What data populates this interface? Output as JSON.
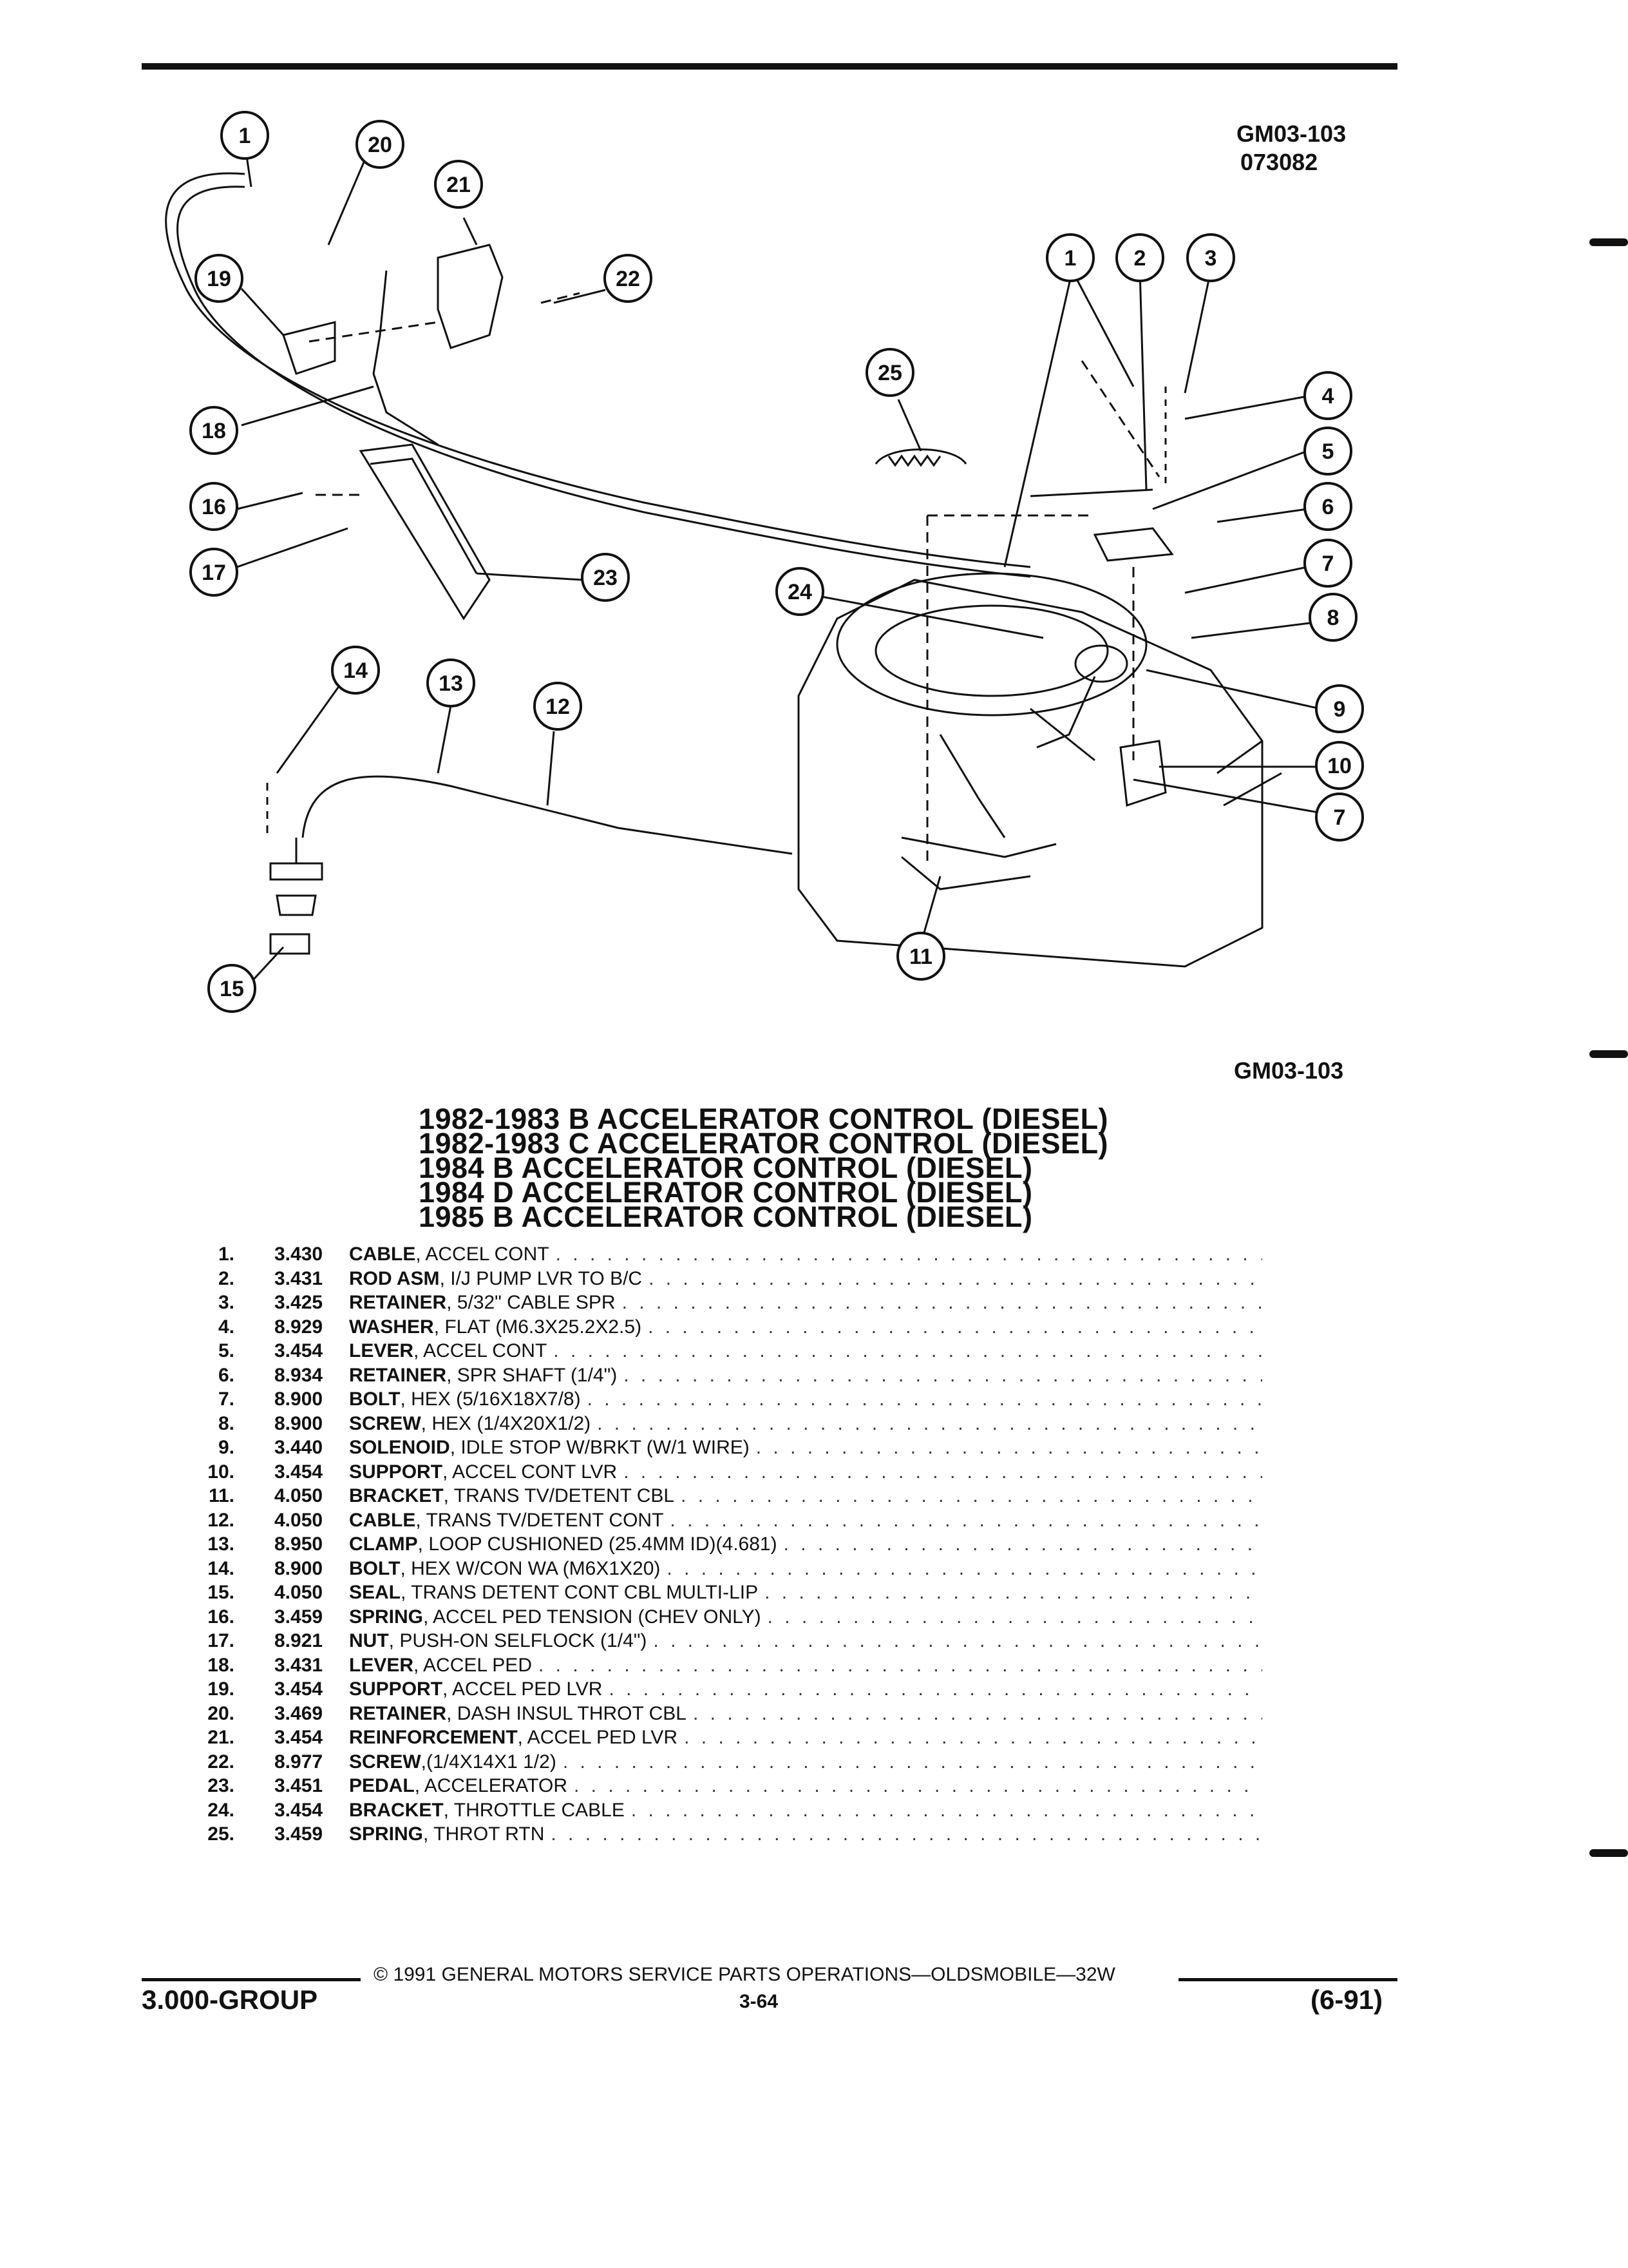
{
  "header": {
    "ref_code": "GM03-103",
    "ref_date": "073082"
  },
  "diagram": {
    "ref_code": "GM03-103",
    "callouts": [
      "1",
      "20",
      "21",
      "19",
      "22",
      "18",
      "16",
      "17",
      "23",
      "25",
      "1",
      "2",
      "3",
      "4",
      "5",
      "6",
      "7",
      "24",
      "8",
      "9",
      "10",
      "7",
      "14",
      "13",
      "12",
      "11",
      "15"
    ]
  },
  "titles": [
    "1982-1983 B ACCELERATOR CONTROL (DIESEL)",
    "1982-1983 C ACCELERATOR CONTROL (DIESEL)",
    "1984 B ACCELERATOR CONTROL (DIESEL)",
    "1984 D ACCELERATOR CONTROL (DIESEL)",
    "1985 B ACCELERATOR CONTROL (DIESEL)"
  ],
  "parts": [
    {
      "num": "1.",
      "code": "3.430",
      "name": "CABLE",
      "spec": ", ACCEL CONT"
    },
    {
      "num": "2.",
      "code": "3.431",
      "name": "ROD ASM",
      "spec": ", I/J PUMP LVR TO B/C"
    },
    {
      "num": "3.",
      "code": "3.425",
      "name": "RETAINER",
      "spec": ", 5/32\" CABLE SPR"
    },
    {
      "num": "4.",
      "code": "8.929",
      "name": "WASHER",
      "spec": ", FLAT (M6.3X25.2X2.5)"
    },
    {
      "num": "5.",
      "code": "3.454",
      "name": "LEVER",
      "spec": ", ACCEL CONT"
    },
    {
      "num": "6.",
      "code": "8.934",
      "name": "RETAINER",
      "spec": ", SPR SHAFT (1/4\")"
    },
    {
      "num": "7.",
      "code": "8.900",
      "name": "BOLT",
      "spec": ", HEX (5/16X18X7/8)"
    },
    {
      "num": "8.",
      "code": "8.900",
      "name": "SCREW",
      "spec": ", HEX (1/4X20X1/2)"
    },
    {
      "num": "9.",
      "code": "3.440",
      "name": "SOLENOID",
      "spec": ", IDLE STOP W/BRKT (W/1 WIRE)"
    },
    {
      "num": "10.",
      "code": "3.454",
      "name": "SUPPORT",
      "spec": ", ACCEL CONT LVR"
    },
    {
      "num": "11.",
      "code": "4.050",
      "name": "BRACKET",
      "spec": ", TRANS TV/DETENT CBL"
    },
    {
      "num": "12.",
      "code": "4.050",
      "name": "CABLE",
      "spec": ", TRANS TV/DETENT CONT"
    },
    {
      "num": "13.",
      "code": "8.950",
      "name": "CLAMP",
      "spec": ", LOOP CUSHIONED (25.4MM ID)(4.681)"
    },
    {
      "num": "14.",
      "code": "8.900",
      "name": "BOLT",
      "spec": ", HEX W/CON WA (M6X1X20)"
    },
    {
      "num": "15.",
      "code": "4.050",
      "name": "SEAL",
      "spec": ", TRANS DETENT CONT CBL MULTI-LIP"
    },
    {
      "num": "16.",
      "code": "3.459",
      "name": "SPRING",
      "spec": ", ACCEL PED TENSION (CHEV ONLY)"
    },
    {
      "num": "17.",
      "code": "8.921",
      "name": "NUT",
      "spec": ", PUSH-ON SELFLOCK (1/4\")"
    },
    {
      "num": "18.",
      "code": "3.431",
      "name": "LEVER",
      "spec": ", ACCEL PED"
    },
    {
      "num": "19.",
      "code": "3.454",
      "name": "SUPPORT",
      "spec": ", ACCEL PED LVR"
    },
    {
      "num": "20.",
      "code": "3.469",
      "name": "RETAINER",
      "spec": ", DASH INSUL THROT CBL"
    },
    {
      "num": "21.",
      "code": "3.454",
      "name": "REINFORCEMENT",
      "spec": ", ACCEL PED LVR"
    },
    {
      "num": "22.",
      "code": "8.977",
      "name": "SCREW",
      "spec": ",(1/4X14X1 1/2)"
    },
    {
      "num": "23.",
      "code": "3.451",
      "name": "PEDAL",
      "spec": ", ACCELERATOR"
    },
    {
      "num": "24.",
      "code": "3.454",
      "name": "BRACKET",
      "spec": ", THROTTLE CABLE"
    },
    {
      "num": "25.",
      "code": "3.459",
      "name": "SPRING",
      "spec": ", THROT RTN"
    }
  ],
  "footer": {
    "copyright": "© 1991 GENERAL MOTORS SERVICE PARTS OPERATIONS—OLDSMOBILE—32W",
    "group": "3.000-GROUP",
    "page": "3-64",
    "date": "(6-91)"
  }
}
